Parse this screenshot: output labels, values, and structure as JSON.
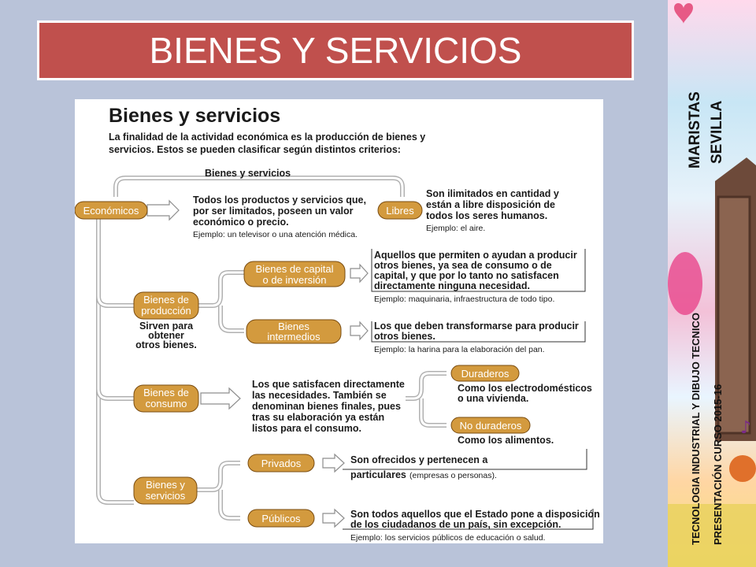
{
  "slide_title": "BIENES Y SERVICIOS",
  "sidebar": {
    "school_line1": "MARISTAS",
    "school_line2": "SEVILLA",
    "subject": "TECNOLOGIA INDUSTRIAL Y DIBUJO TECNICO",
    "course": "PRESENTACIÓN CURSO 2015-16"
  },
  "diagram": {
    "heading": "Bienes y servicios",
    "intro": [
      "La finalidad de la actividad económica es la producción de bienes y",
      "servicios. Estos se pueden clasificar según distintos criterios:"
    ],
    "top_label": "Bienes y servicios",
    "nodes": {
      "economicos": "Económicos",
      "libres": "Libres",
      "produccion": [
        "Bienes de",
        "producción"
      ],
      "capital": [
        "Bienes de capital",
        "o de inversión"
      ],
      "intermedios": [
        "Bienes",
        "intermedios"
      ],
      "consumo": [
        "Bienes de",
        "consumo"
      ],
      "duraderos": "Duraderos",
      "no_duraderos": "No duraderos",
      "bys": [
        "Bienes y",
        "servicios"
      ],
      "privados": "Privados",
      "publicos": "Públicos"
    },
    "desc": {
      "economicos": [
        "Todos los productos y servicios que,",
        "por ser limitados, poseen un valor",
        "económico o precio."
      ],
      "economicos_ex": "Ejemplo: un televisor o una atención médica.",
      "libres": [
        "Son ilimitados en cantidad y",
        "están a libre disposición de",
        "todos los seres humanos."
      ],
      "libres_ex": "Ejemplo: el aire.",
      "produccion": [
        "Sirven para",
        "obtener",
        "otros bienes."
      ],
      "capital": [
        "Aquellos que permiten o ayudan a producir",
        "otros bienes, ya sea de consumo o de",
        "capital, y que por lo tanto no satisfacen",
        "directamente ninguna necesidad."
      ],
      "capital_ex": "Ejemplo: maquinaria, infraestructura de todo tipo.",
      "intermedios": [
        "Los que deben transformarse para producir",
        "otros bienes."
      ],
      "intermedios_ex": "Ejemplo: la harina para la elaboración del pan.",
      "consumo": [
        "Los que satisfacen directamente",
        "las necesidades. También se",
        "denominan bienes finales, pues",
        "tras su elaboración ya están",
        "listos para el consumo."
      ],
      "duraderos": [
        "Como los electrodomésticos",
        "o una vivienda."
      ],
      "no_duraderos": "Como los alimentos.",
      "privados": [
        "Son ofrecidos y pertenecen a",
        "particulares"
      ],
      "privados_paren": "(empresas o personas).",
      "publicos": [
        "Son todos aquellos que el Estado pone a disposición",
        "de los ciudadanos de un país, sin excepción."
      ],
      "publicos_ex": "Ejemplo: los servicios públicos de educación o salud."
    }
  }
}
